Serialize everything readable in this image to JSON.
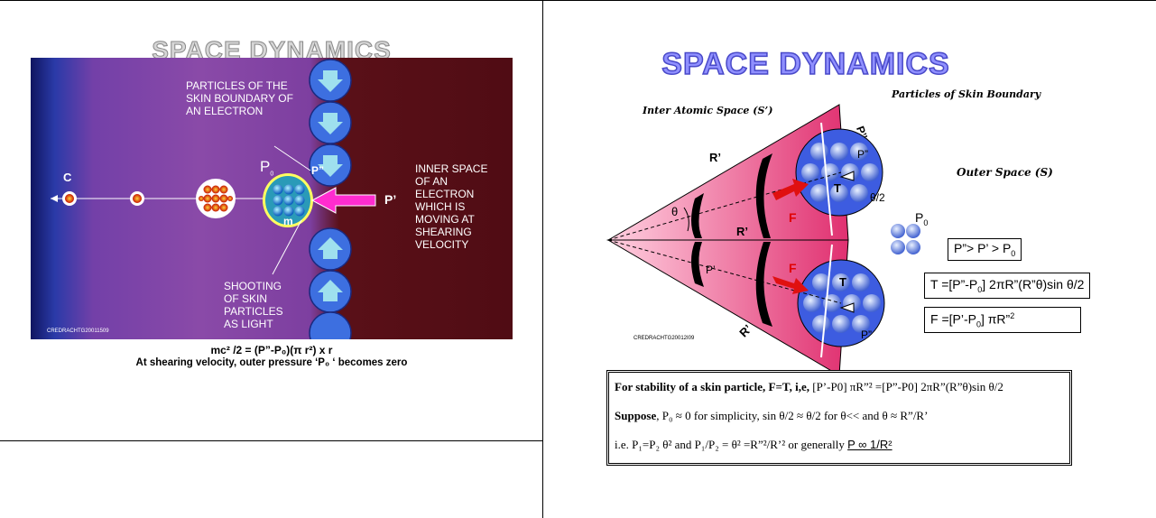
{
  "left_slide": {
    "title": "SPACE DYNAMICS",
    "label_particles": "PARTICLES OF THE SKIN BOUNDARY OF AN ELECTRON",
    "label_inner": "INNER SPACE OF AN ELECTRON WHICH IS MOVING AT SHEARING VELOCITY",
    "label_shooting": "SHOOTING OF SKIN PARTICLES AS LIGHT",
    "label_c": "C",
    "label_p0": "P",
    "label_p0_sub": "0",
    "label_pdd": "P”",
    "label_pd": "P’",
    "label_m": "m",
    "credit": "CREDRACHTG20011509",
    "equation": "mc² /2 = (P”-P₀)(π r²) x r",
    "note": "At shearing velocity, outer pressure ‘P₀ ‘ becomes zero"
  },
  "right_slide": {
    "title": "SPACE DYNAMICS",
    "label_inter_atomic": "Inter Atomic Space (S’)",
    "label_particles": "Particles of Skin Boundary",
    "label_outer": "Outer Space (S)",
    "label_r1": "R’",
    "label_r_mid": "R’",
    "label_r_bottom": "R’",
    "label_theta": "θ",
    "label_theta2": "θ/2",
    "label_p_top": "P’’",
    "label_pdd_top": "P”",
    "label_pdd_bottom": "P”",
    "label_p_left": "P’",
    "label_f_top": "F",
    "label_f_bottom": "F",
    "label_t_top": "T",
    "label_t_bottom": "T",
    "label_p0": "P",
    "label_p0_sub": "0",
    "credit": "CREDRACHTG20012I09",
    "box_ineq": "P”> P’ > P",
    "box_ineq_sub": "0",
    "box_t_a": "T =[P”-P",
    "box_t_sub": "0",
    "box_t_b": "] 2πR”(R”θ)sin θ/2",
    "box_f_a": "F =[P’-P",
    "box_f_sub": "0",
    "box_f_b": "] πR”",
    "box_f_sup": "2",
    "stability_line1_bold": "For stability of a skin particle, F=T, i,e,",
    "stability_line1_rest": " [P’-P0] πR”² =[P”-P0] 2πR”(R”θ)sin θ/2",
    "stability_line2_bold": "Suppose",
    "stability_line2_rest": ", P₀ ≈ 0 for simplicity, sin θ/2 ≈ θ/2 for θ<< and θ ≈ R”/R’",
    "stability_line3": "i.e. P₁=P₂ θ²  and P₁/P₂ = θ² =R”²/R’² or generally",
    "stability_line3_u": "P ∞ 1/R²"
  },
  "colors": {
    "left_purple": "#8a4aa8",
    "left_maroon": "#500c14",
    "title_blue": "#9090ff",
    "pink": "#e0407a",
    "particle_blue": "#4f6fd8",
    "arrow_magenta": "#ff2ccf"
  }
}
